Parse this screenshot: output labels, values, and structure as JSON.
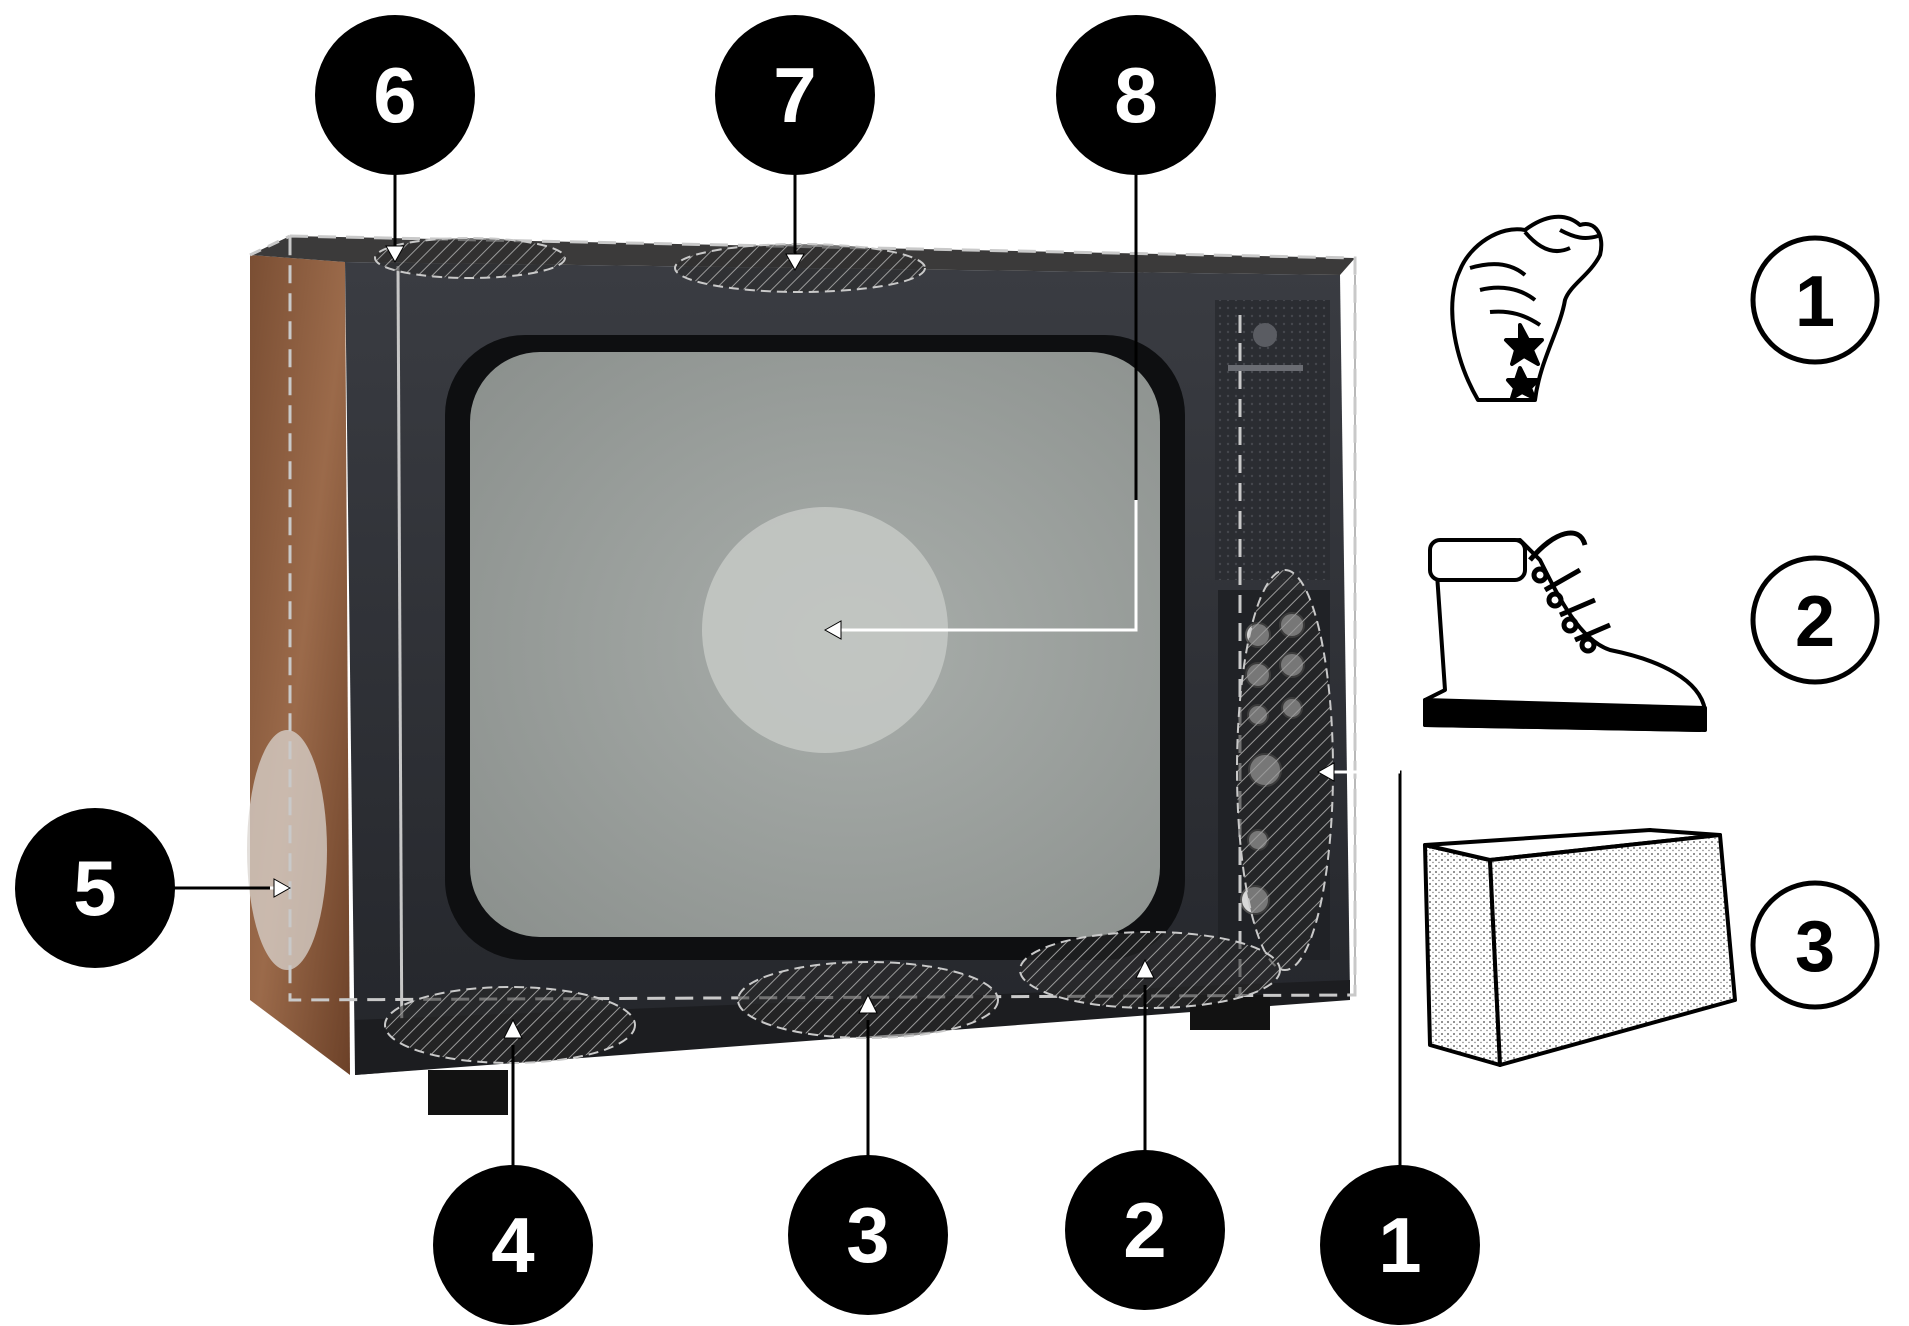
{
  "diagram": {
    "zone_callouts": [
      {
        "id": "1",
        "label": "1",
        "target": "side control panel"
      },
      {
        "id": "2",
        "label": "2",
        "target": "bottom front right"
      },
      {
        "id": "3",
        "label": "3",
        "target": "bottom front center"
      },
      {
        "id": "4",
        "label": "4",
        "target": "bottom front left"
      },
      {
        "id": "5",
        "label": "5",
        "target": "left side panel"
      },
      {
        "id": "6",
        "label": "6",
        "target": "top left corner"
      },
      {
        "id": "7",
        "label": "7",
        "target": "top center"
      },
      {
        "id": "8",
        "label": "8",
        "target": "screen center"
      }
    ],
    "legend": [
      {
        "label": "1",
        "icon": "fist-icon"
      },
      {
        "label": "2",
        "icon": "boot-icon"
      },
      {
        "label": "3",
        "icon": "brick-icon"
      }
    ],
    "colors": {
      "callout_fill": "#000000",
      "callout_text": "#ffffff",
      "legend_stroke": "#000000",
      "cabinet": "#2a2c31",
      "wood": "#8a5a3c",
      "screen": "#9aa09c",
      "zone_dash": "#c9c9c9"
    }
  }
}
